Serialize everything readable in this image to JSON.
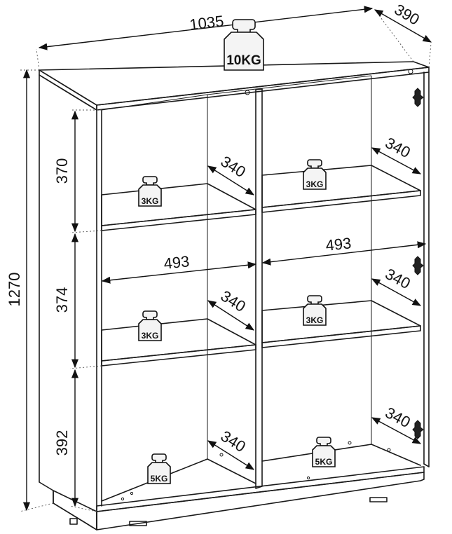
{
  "dimensions": {
    "width": "1035",
    "depth": "390",
    "height": "1270",
    "row_top": "370",
    "row_middle": "374",
    "row_bottom": "392",
    "inner_width_left": "493",
    "inner_width_right": "493",
    "shelf_depth": "340"
  },
  "weights": {
    "top": "10KG",
    "shelf_small": "3KG",
    "shelf_bottom": "5KG"
  },
  "icons": {
    "weight": "kettlebell-weight-icon",
    "hinge": "hinge-icon",
    "arrow": "dimension-arrow-icon"
  }
}
